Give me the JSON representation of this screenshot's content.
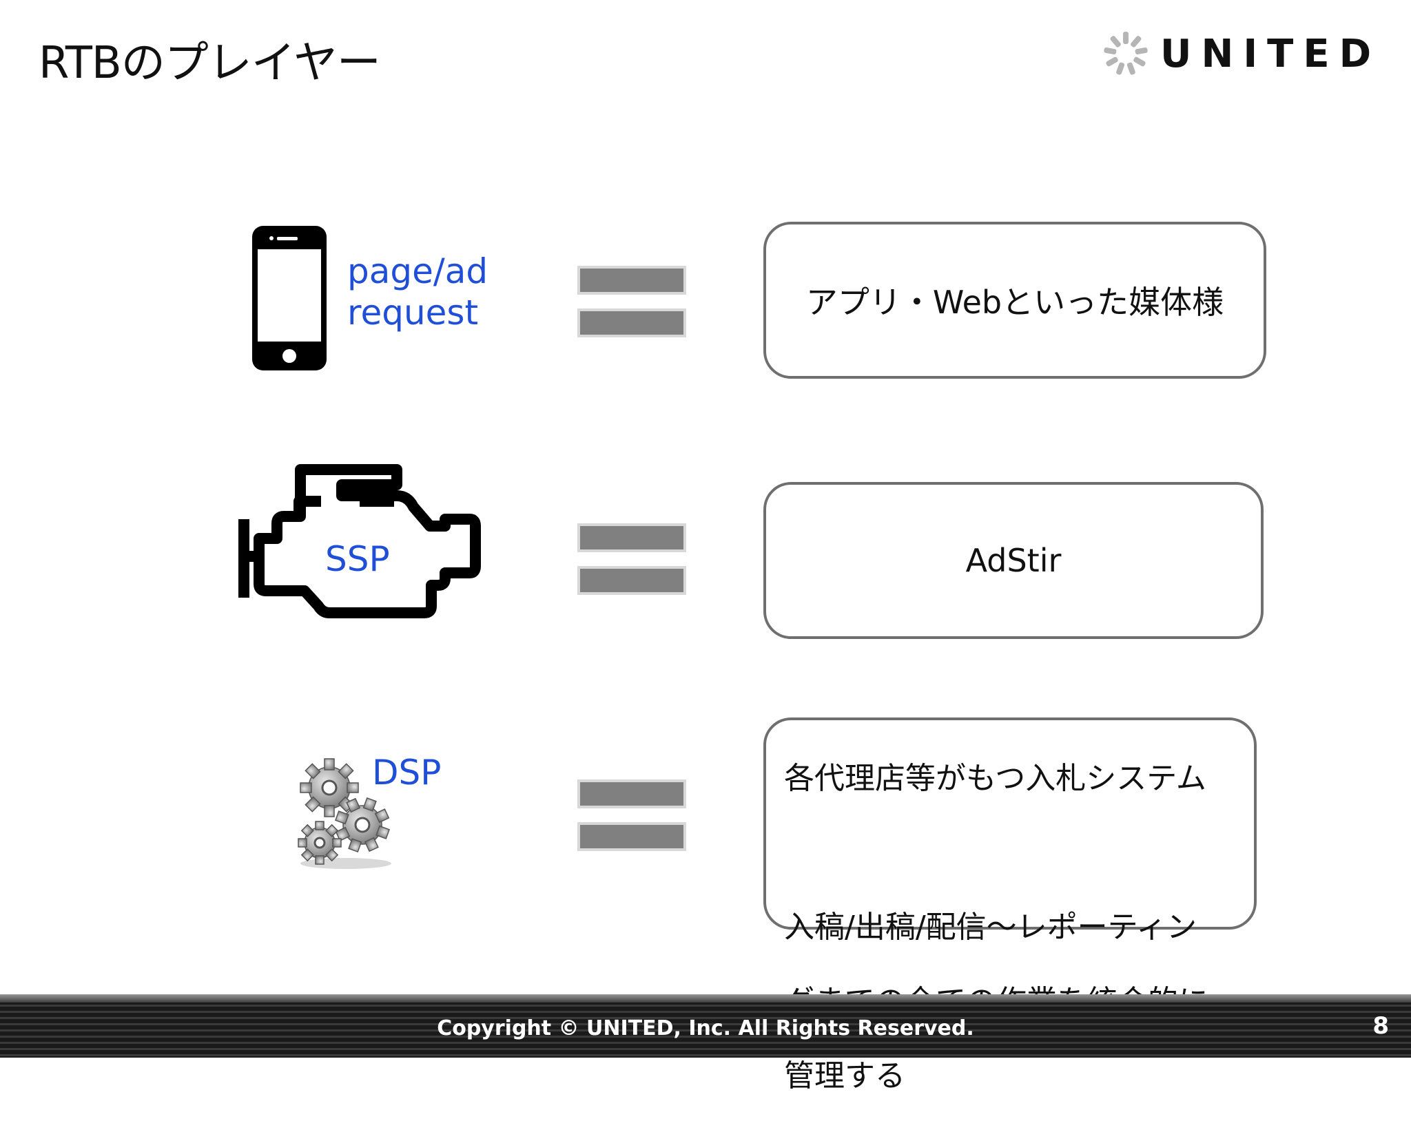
{
  "slide": {
    "title": "RTBのプレイヤー",
    "page_number": "8"
  },
  "logo": {
    "text": "UNITED"
  },
  "rows": [
    {
      "icon": "smartphone-icon",
      "label_line1": "page/ad",
      "label_line2": "request",
      "description": "アプリ・Webといった媒体様"
    },
    {
      "icon": "engine-icon",
      "label": "SSP",
      "description": "AdStir"
    },
    {
      "icon": "gears-icon",
      "label": "DSP",
      "description_line1": "各代理店等がもつ入札システム",
      "description_line2": "",
      "description_line3": "入稿/出稿/配信～レポーティン",
      "description_line4": "グまでの全ての作業を統合的に",
      "description_line5": "管理する"
    }
  ],
  "footer": {
    "copyright": "Copyright © UNITED, Inc. All Rights Reserved."
  },
  "colors": {
    "label_blue": "#1f4fd8",
    "equals_gray": "#808080",
    "box_border": "#6f6f6f"
  }
}
